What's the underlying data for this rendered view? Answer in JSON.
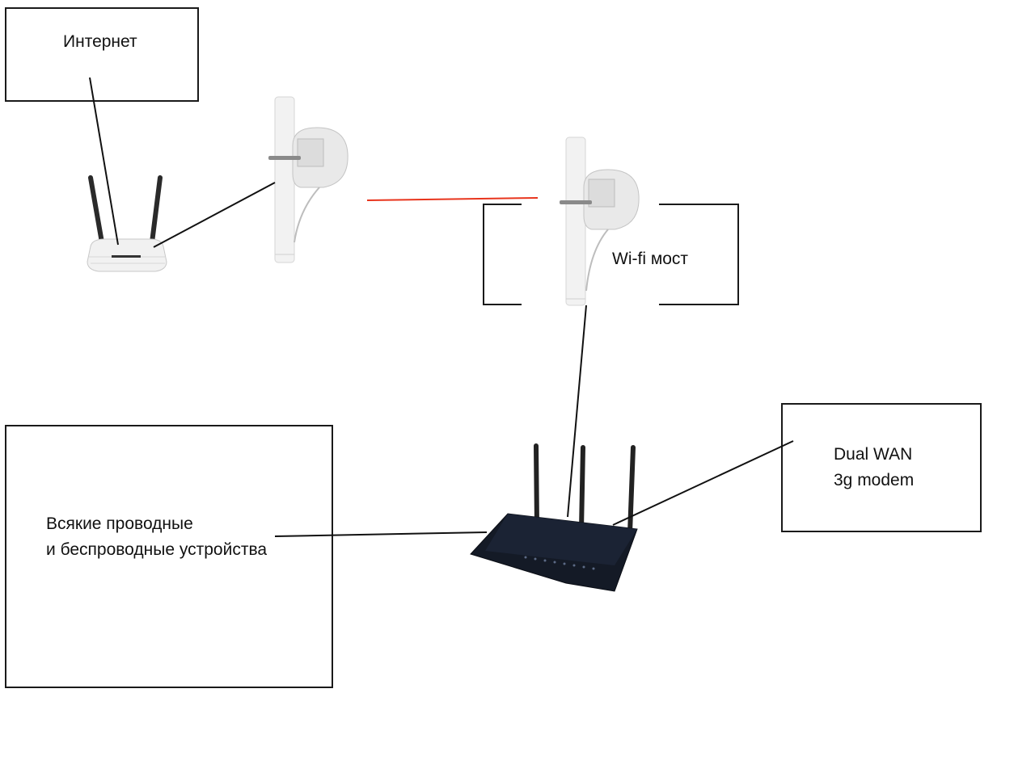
{
  "diagram": {
    "nodes": {
      "internet": {
        "label": "Интернет"
      },
      "wifi_bridge": {
        "label": "Wi-fi мост"
      },
      "devices": {
        "line1": "Всякие проводные",
        "line2": "и беспроводные устройства"
      },
      "dual_wan": {
        "line1": "Dual WAN",
        "line2": "3g modem"
      }
    },
    "devices_pictured": [
      {
        "name": "tp-link-router",
        "kind": "router"
      },
      {
        "name": "antenna-left",
        "kind": "outdoor-access-point"
      },
      {
        "name": "antenna-right",
        "kind": "outdoor-access-point"
      },
      {
        "name": "asus-router",
        "kind": "router"
      }
    ],
    "connections": [
      {
        "from": "Интернет",
        "to": "tp-link-router",
        "type": "wired"
      },
      {
        "from": "tp-link-router",
        "to": "antenna-left",
        "type": "wired"
      },
      {
        "from": "antenna-left",
        "to": "antenna-right",
        "type": "wireless"
      },
      {
        "from": "antenna-right",
        "to": "asus-router",
        "type": "wired"
      },
      {
        "from": "asus-router",
        "to": "Всякие проводные и беспроводные устройства",
        "type": "wired"
      },
      {
        "from": "asus-router",
        "to": "Dual WAN 3g modem",
        "type": "wired"
      }
    ],
    "colors": {
      "wire": "#111111",
      "wireless_link": "#e8341c",
      "box_border": "#1a1a1a"
    }
  }
}
